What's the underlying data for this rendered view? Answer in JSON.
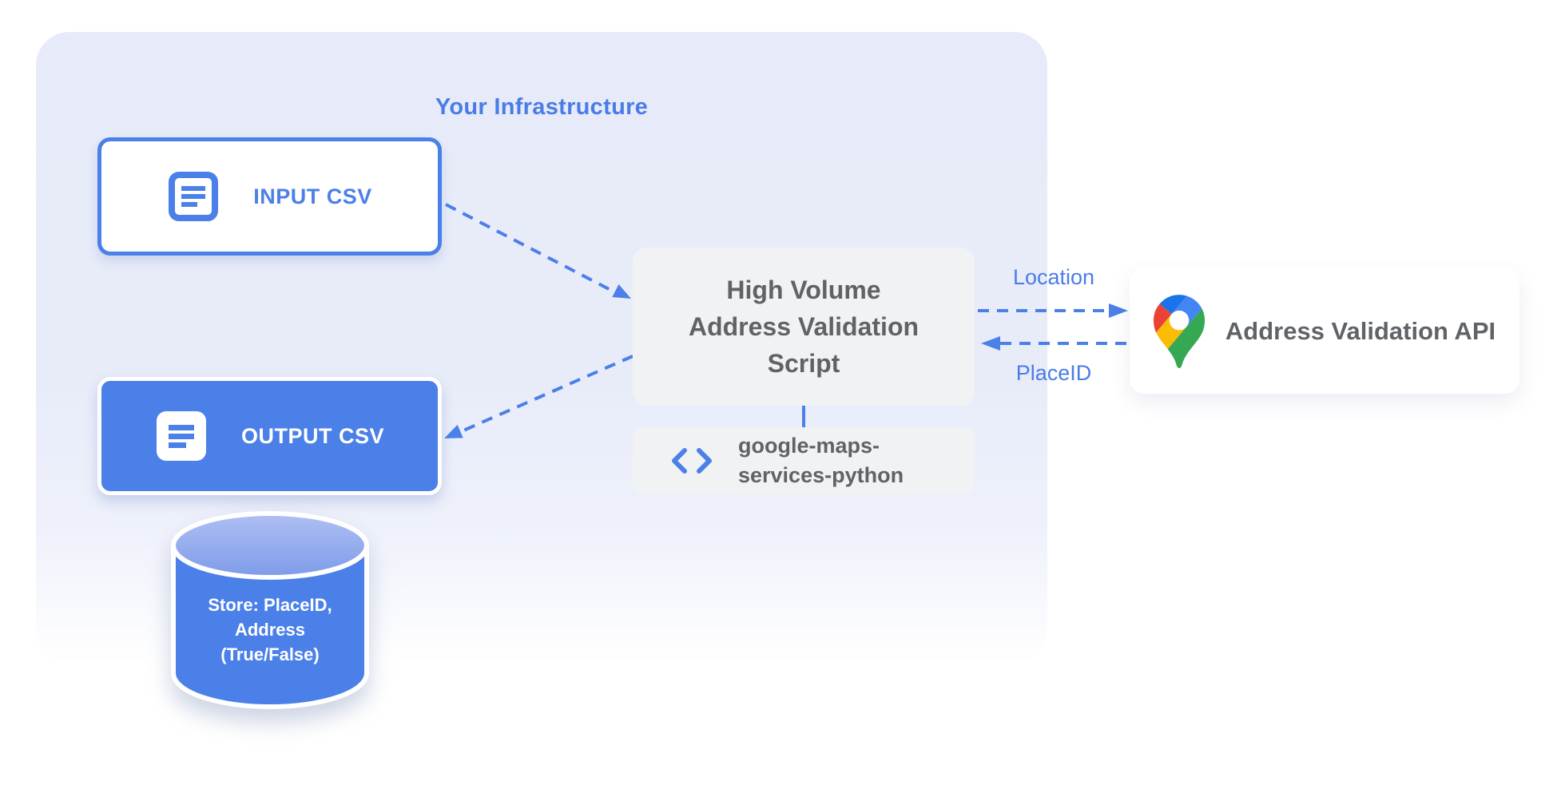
{
  "diagram": {
    "infrastructure": {
      "title": "Your Infrastructure"
    },
    "nodes": {
      "input_csv": {
        "label": "INPUT CSV",
        "icon": "document-icon"
      },
      "output_csv": {
        "label": "OUTPUT CSV",
        "icon": "document-icon"
      },
      "datastore": {
        "label": "Store: PlaceID,\nAddress\n(True/False)",
        "shape": "database-cylinder"
      },
      "script": {
        "label": "High Volume\nAddress Validation\nScript"
      },
      "library": {
        "label": "google-maps-\nservices-python",
        "icon": "code-icon"
      },
      "api": {
        "label": "Address Validation API",
        "icon": "google-maps-pin-icon"
      }
    },
    "edges": {
      "input_to_script": {
        "style": "dashed-arrow"
      },
      "script_to_output": {
        "style": "dashed-arrow"
      },
      "script_to_api": {
        "label": "Location",
        "style": "dashed-arrow"
      },
      "api_to_script": {
        "label": "PlaceID",
        "style": "dashed-arrow"
      },
      "script_to_library": {
        "style": "solid-line"
      }
    },
    "colors": {
      "accent_blue": "#4b80e8",
      "label_blue": "#4a7ce8",
      "container_bg": "#e8ecf9",
      "box_gray": "#f1f2f3",
      "text_gray": "#5f6368",
      "white": "#ffffff",
      "cylinder_top_light": "#a9bbf1",
      "pin_red": "#ea4335",
      "pin_blue": "#4285f4",
      "pin_dark_blue": "#1a73e8",
      "pin_green": "#34a853",
      "pin_yellow": "#fbbc04"
    }
  }
}
